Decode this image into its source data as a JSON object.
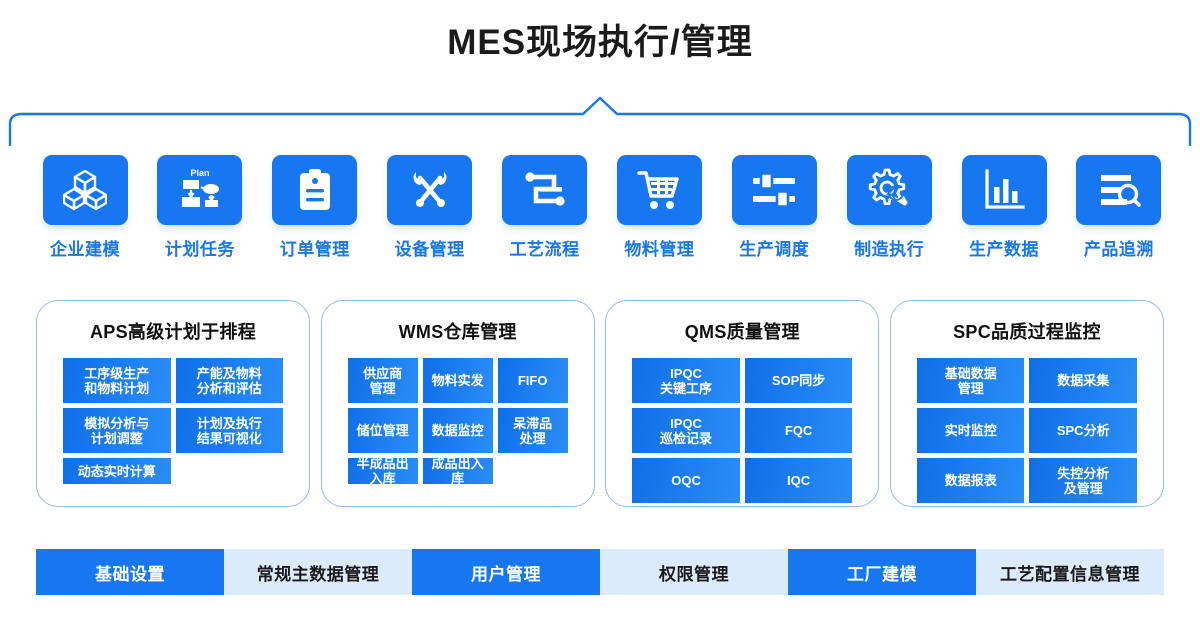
{
  "header": {
    "title": "MES现场执行/管理"
  },
  "colors": {
    "primary": "#1677f0",
    "cell_gradient_from": "#0f6fe8",
    "cell_gradient_to": "#2a8ef7",
    "bar_inactive": "#dcebfb",
    "panel_border": "#8fbdf5",
    "title_text": "#1b1b1b"
  },
  "icon_row": [
    {
      "label": "企业建模",
      "icon": "cubes-3d-icon"
    },
    {
      "label": "计划任务",
      "icon": "plan-flowchart-icon"
    },
    {
      "label": "订单管理",
      "icon": "clipboard-icon"
    },
    {
      "label": "设备管理",
      "icon": "wrench-screwdriver-icon"
    },
    {
      "label": "工艺流程",
      "icon": "process-flow-icon"
    },
    {
      "label": "物料管理",
      "icon": "shopping-cart-icon"
    },
    {
      "label": "生产调度",
      "icon": "sliders-icon"
    },
    {
      "label": "制造执行",
      "icon": "gear-wrench-icon"
    },
    {
      "label": "生产数据",
      "icon": "bar-chart-icon"
    },
    {
      "label": "产品追溯",
      "icon": "document-search-icon"
    }
  ],
  "panels": [
    {
      "title": "APS高级计划于排程",
      "columns": 2,
      "cells": [
        "工序级生产\n和物料计划",
        "产能及物料\n分析和评估",
        "模拟分析与\n计划调整",
        "计划及执行\n结果可视化"
      ],
      "footer_cells": [
        "动态实时计算"
      ]
    },
    {
      "title": "WMS仓库管理",
      "columns": 3,
      "cells": [
        "供应商\n管理",
        "物料实发",
        "FIFO",
        "储位管理",
        "数据监控",
        "呆滞品\n处理"
      ],
      "footer_cells": [
        "半成品出入库",
        "成品出入库"
      ]
    },
    {
      "title": "QMS质量管理",
      "columns": 2,
      "cells": [
        "IPQC\n关键工序",
        "SOP同步",
        "IPQC\n巡检记录",
        "FQC",
        "OQC",
        "IQC"
      ],
      "footer_cells": []
    },
    {
      "title": "SPC品质过程监控",
      "columns": 2,
      "cells": [
        "基础数据\n管理",
        "数据采集",
        "实时监控",
        "SPC分析",
        "数据报表",
        "失控分析\n及管理"
      ],
      "footer_cells": []
    }
  ],
  "bottom_bar": [
    {
      "label": "基础设置",
      "active": true
    },
    {
      "label": "常规主数据管理",
      "active": false
    },
    {
      "label": "用户管理",
      "active": true
    },
    {
      "label": "权限管理",
      "active": false
    },
    {
      "label": "工厂建模",
      "active": true
    },
    {
      "label": "工艺配置信息管理",
      "active": false
    }
  ]
}
